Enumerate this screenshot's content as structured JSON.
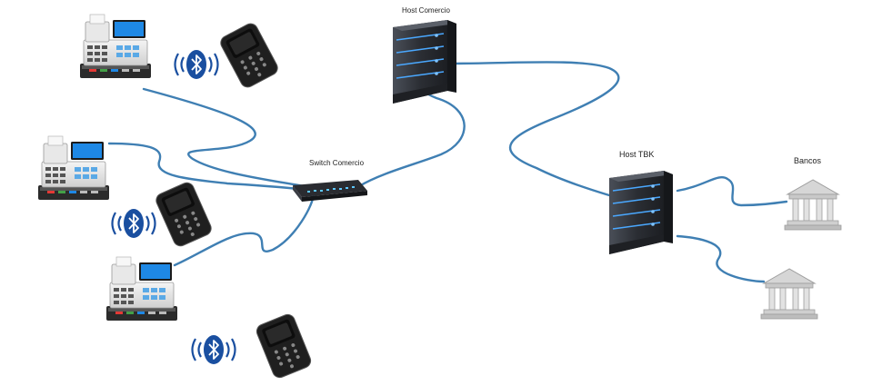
{
  "labels": {
    "host_comercio": "Host Comercio",
    "switch_comercio": "Switch Comercio",
    "host_tbk": "Host TBK",
    "bancos": "Bancos"
  },
  "colors": {
    "cable": "#3f7fb3",
    "bluetooth": "#1a4fa0",
    "server_body": "#2e3138",
    "server_led": "#4aa8ff",
    "pos_screen": "#1e88e5",
    "bank": "#b9b9b9"
  },
  "icons": [
    "cash-register-icon",
    "card-terminal-icon",
    "bluetooth-icon",
    "network-switch-icon",
    "server-icon",
    "bank-icon"
  ]
}
